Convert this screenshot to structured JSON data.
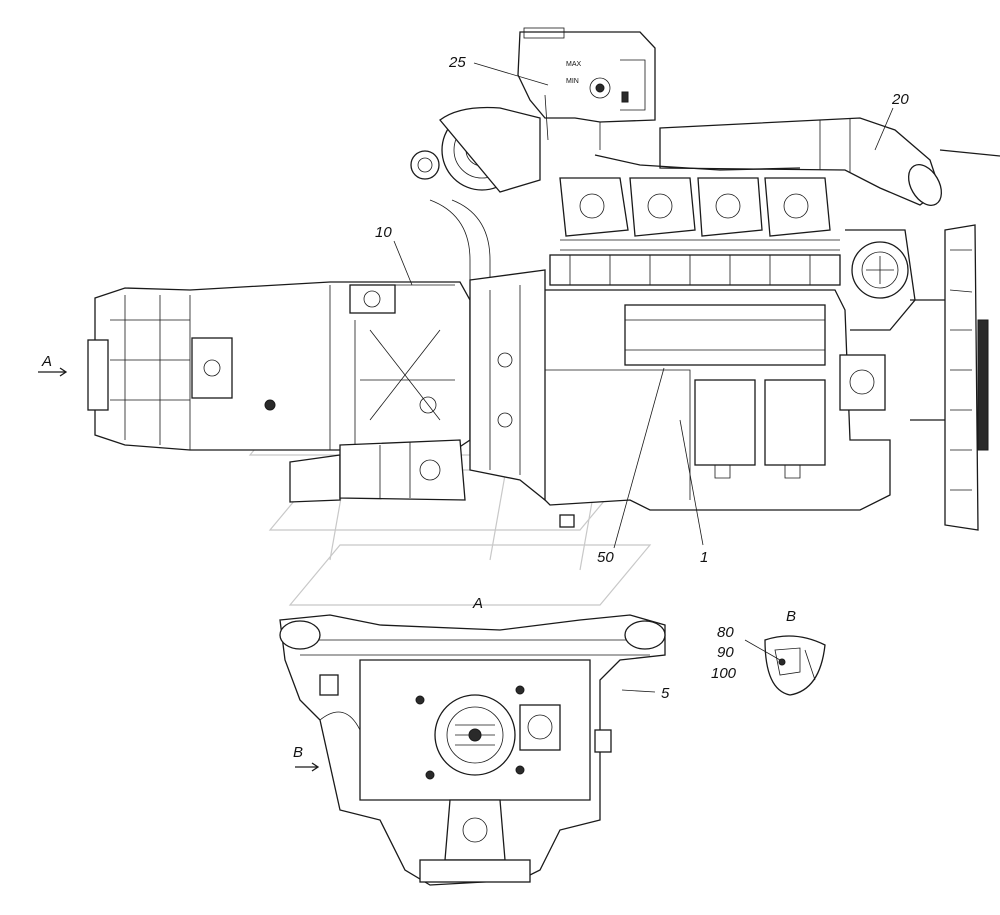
{
  "drawing": {
    "callouts": [
      "25",
      "20",
      "10",
      "50",
      "1",
      "5",
      "80",
      "90",
      "100"
    ],
    "view_labels": [
      "A",
      "B",
      "A",
      "B"
    ],
    "tank_marks": [
      "MAX",
      "MIN"
    ]
  }
}
